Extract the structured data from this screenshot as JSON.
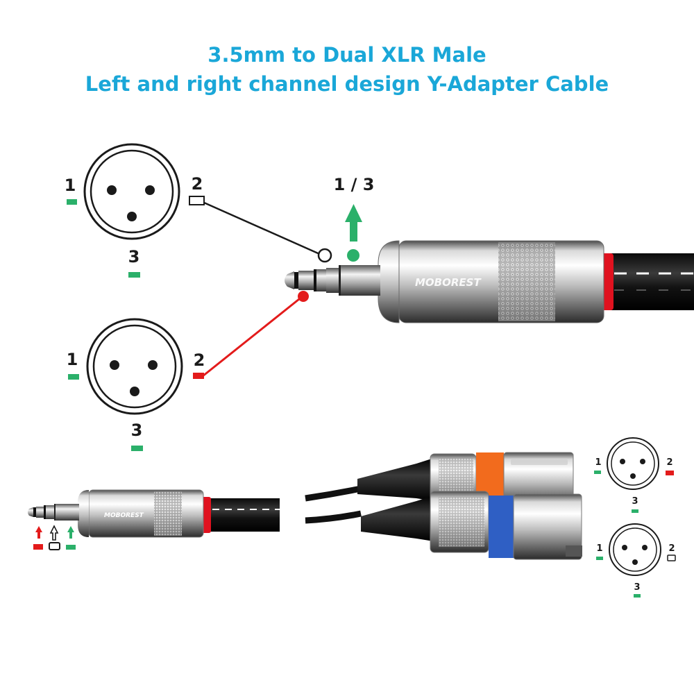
{
  "title": {
    "line1": "3.5mm to Dual XLR Male",
    "line2": "Left and right channel design Y-Adapter Cable"
  },
  "brand": "MOBOREST",
  "plug_label": "1 / 3",
  "xlr_top": {
    "pin1": "1",
    "pin2": "2",
    "pin3": "3"
  },
  "xlr_bottom": {
    "pin1": "1",
    "pin2": "2",
    "pin3": "3"
  },
  "mini_xlr_top": {
    "pin1": "1",
    "pin2": "2",
    "pin3": "3"
  },
  "mini_xlr_bottom": {
    "pin1": "1",
    "pin2": "2",
    "pin3": "3"
  },
  "colors": {
    "title": "#1aa7d8",
    "ground": "#2bb06a",
    "right": "#e31b1b",
    "left": "#ffffff",
    "band_red": "#e0121f",
    "band_orange": "#f26b1d",
    "band_blue": "#2f5fc4"
  },
  "icons": [
    "xlr-socket-icon",
    "arrow-up-icon",
    "trs-plug-illustration",
    "xlr-plug-illustration"
  ]
}
